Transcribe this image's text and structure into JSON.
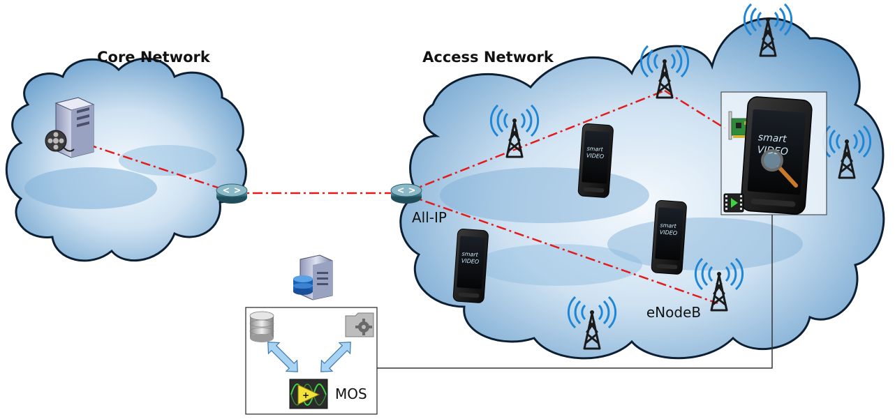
{
  "headings": {
    "core": "Core Network",
    "access": "Access Network"
  },
  "labels": {
    "router": "All-IP",
    "enodeb": "eNodeB",
    "mos": "MOS"
  },
  "phone_brand": {
    "line1": "smart",
    "line2": "VIDEO"
  },
  "colors": {
    "cloud_fill": "#9fc4e3",
    "cloud_stroke": "#0d1f33",
    "link": "#e31b1b",
    "signal": "#1e86d6",
    "tower": "#1a1a1a"
  },
  "icons": {
    "video_server": "server-with-film-reel-icon",
    "database_server": "server-with-database-icon",
    "router": "router-icon",
    "tower": "cell-tower-icon",
    "phone": "smartphone-icon",
    "database": "database-icon",
    "settings": "gear-folder-icon",
    "arrows": "bidirectional-arrow-icon",
    "mos_tool": "signal-analyzer-icon",
    "network_card": "network-card-icon",
    "magnifier": "magnifier-icon",
    "video_player": "video-play-icon"
  }
}
